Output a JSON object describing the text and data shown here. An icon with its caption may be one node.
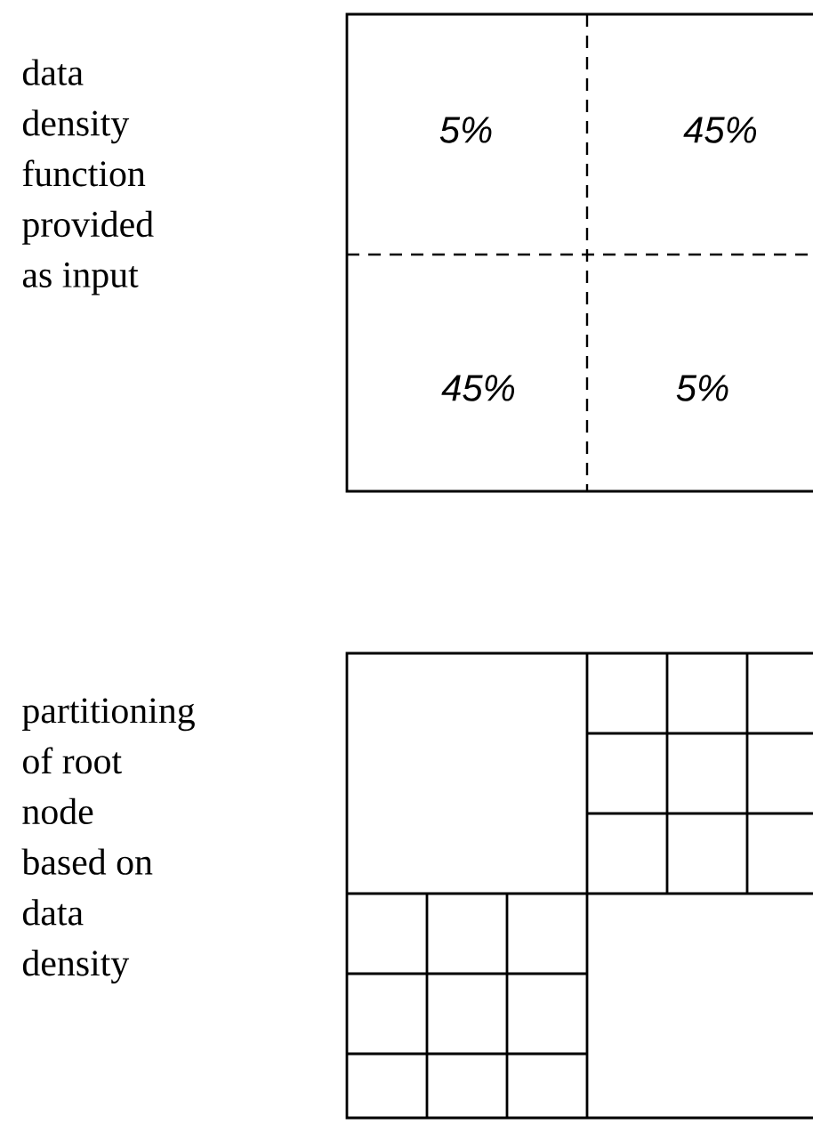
{
  "diagram": {
    "nodes": [
      {
        "text": [],
        "shape": "box"
      },
      {
        "text": [
          "5%"
        ],
        "in": 0
      },
      {
        "text": [
          "45%"
        ],
        "in": 0
      },
      {
        "text": [
          "45%"
        ],
        "in": 0
      },
      {
        "text": [
          "5%"
        ],
        "in": 0
      }
    ],
    "labels": [
      "data density function provided as input",
      "partitioning of root node based on data density"
    ]
  }
}
